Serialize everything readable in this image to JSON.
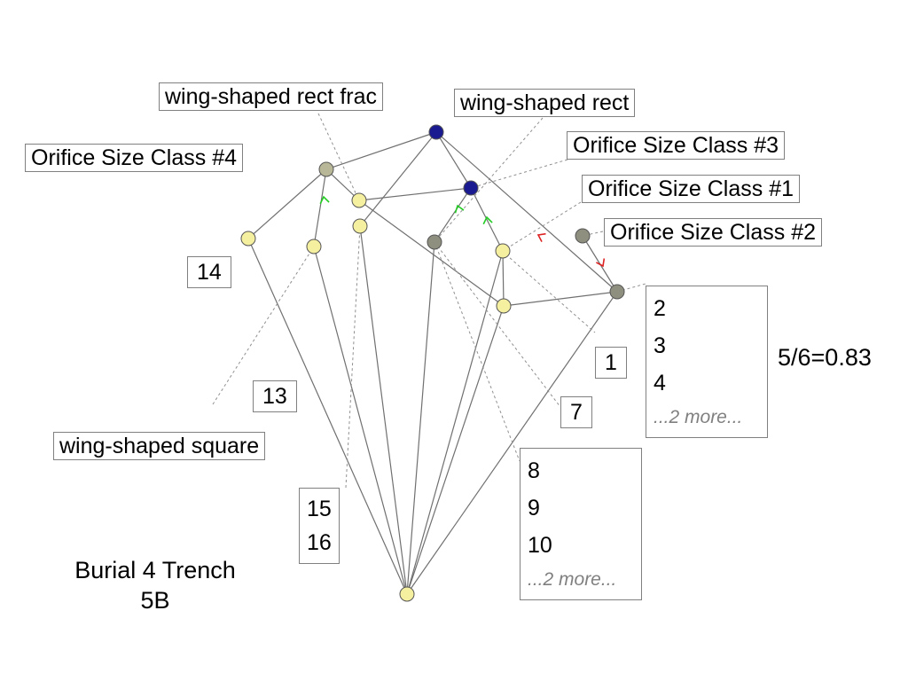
{
  "labels": {
    "wing_rect_frac": "wing-shaped rect frac",
    "wing_rect": "wing-shaped rect",
    "orifice_4": "Orifice Size Class #4",
    "orifice_3": "Orifice Size Class #3",
    "orifice_1": "Orifice Size Class #1",
    "orifice_2": "Orifice Size Class #2",
    "wing_square": "wing-shaped square"
  },
  "objects": {
    "o14": "14",
    "o13": "13",
    "o1": "1",
    "o7": "7",
    "o15": "15",
    "o16": "16",
    "list_a": [
      "2",
      "3",
      "4"
    ],
    "list_a_more": "...2 more...",
    "list_b": [
      "8",
      "9",
      "10"
    ],
    "list_b_more": "...2 more..."
  },
  "ratio": "5/6=0.83",
  "caption": {
    "line1": "Burial 4 Trench",
    "line2": "5B"
  },
  "colors": {
    "node_yellow": "#f5f0a0",
    "node_gray": "#8f8f80",
    "node_blue": "#1a1a90",
    "node_olive": "#b8b898",
    "edge": "#707070",
    "arrow_green": "#22cc22",
    "arrow_red": "#dd2222"
  }
}
